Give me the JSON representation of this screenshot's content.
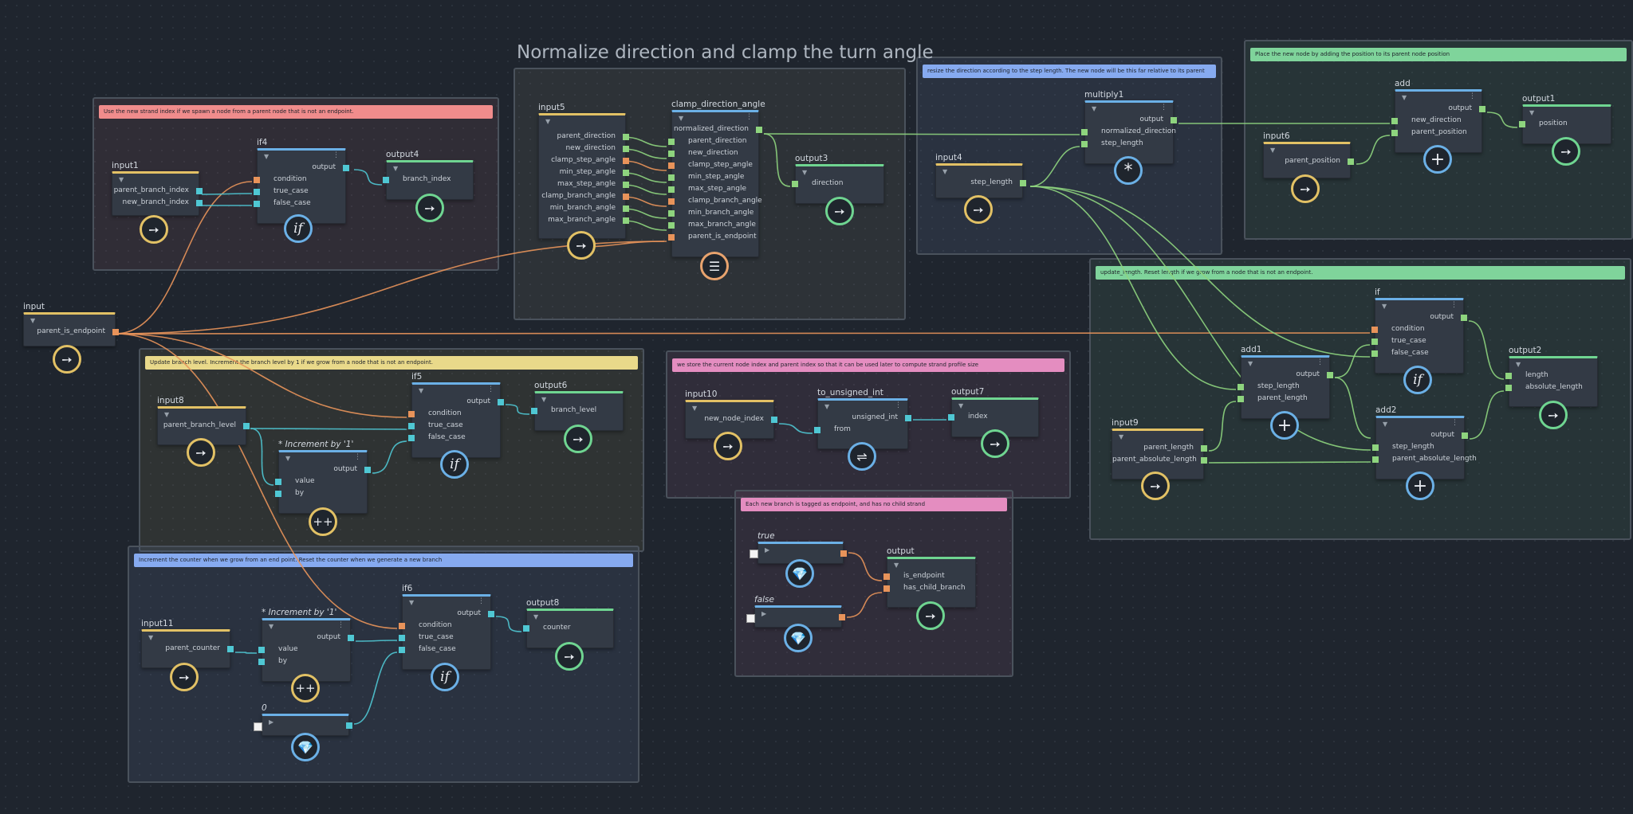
{
  "colors": {
    "bool": "#e8935a",
    "int": "#4fc7d3",
    "vec": "#8ed47e",
    "yellow": "#e2c165",
    "blue": "#6bb0e6",
    "green": "#6fd591"
  },
  "title": "Normalize direction and clamp the turn angle",
  "frames": {
    "strand": "Use the new strand index if we spawn a node from a parent node that is not an endpoint.",
    "resize": "resize the direction according to the step length. The new node will be this far relative to its parent",
    "place": "Place the new node by adding the position to its parent node position",
    "update_length": "update_length. Reset length if we grow from a node that is not an endpoint.",
    "branch_level": "Update branch level. Increment the branch level by 1 if we grow from a node that is not an endpoint.",
    "store": "we store the current node index and parent index so that it can be used later to compute strand profile size",
    "counter": "Increment the counter when we grow from an end point. Reset the counter when we generate a new branch",
    "endpoint": "Each new branch is tagged as endpoint, and has no child strand"
  },
  "nodes": {
    "input": {
      "title": "input",
      "out": [
        "parent_is_endpoint"
      ]
    },
    "input1": {
      "title": "input1",
      "out": [
        "parent_branch_index",
        "new_branch_index"
      ]
    },
    "if4": {
      "title": "if4",
      "out": "output",
      "in": [
        "condition",
        "true_case",
        "false_case"
      ]
    },
    "output4": {
      "title": "output4",
      "in": [
        "branch_index"
      ]
    },
    "input5": {
      "title": "input5",
      "out": [
        "parent_direction",
        "new_direction",
        "clamp_step_angle",
        "min_step_angle",
        "max_step_angle",
        "clamp_branch_angle",
        "min_branch_angle",
        "max_branch_angle"
      ]
    },
    "clamp": {
      "title": "clamp_direction_angle",
      "out": "normalized_direction",
      "in": [
        "parent_direction",
        "new_direction",
        "clamp_step_angle",
        "min_step_angle",
        "max_step_angle",
        "clamp_branch_angle",
        "min_branch_angle",
        "max_branch_angle",
        "parent_is_endpoint"
      ]
    },
    "output3": {
      "title": "output3",
      "in": [
        "direction"
      ]
    },
    "input4": {
      "title": "input4",
      "out": [
        "step_length"
      ]
    },
    "multiply1": {
      "title": "multiply1",
      "out": "output",
      "in": [
        "normalized_direction",
        "step_length"
      ]
    },
    "input6": {
      "title": "input6",
      "out": [
        "parent_position"
      ]
    },
    "add": {
      "title": "add",
      "out": "output",
      "in": [
        "new_direction",
        "parent_position"
      ]
    },
    "output1": {
      "title": "output1",
      "in": [
        "position"
      ]
    },
    "if": {
      "title": "if",
      "out": "output",
      "in": [
        "condition",
        "true_case",
        "false_case"
      ]
    },
    "add1": {
      "title": "add1",
      "out": "output",
      "in": [
        "step_length",
        "parent_length"
      ]
    },
    "output2": {
      "title": "output2",
      "in": [
        "length",
        "absolute_length"
      ]
    },
    "input9": {
      "title": "input9",
      "out": [
        "parent_length",
        "parent_absolute_length"
      ]
    },
    "add2": {
      "title": "add2",
      "out": "output",
      "in": [
        "step_length",
        "parent_absolute_length"
      ]
    },
    "input8": {
      "title": "input8",
      "out": [
        "parent_branch_level"
      ]
    },
    "inc1": {
      "title": "* Increment by '1'",
      "out": "output",
      "in": [
        "value",
        "by"
      ]
    },
    "if5": {
      "title": "if5",
      "out": "output",
      "in": [
        "condition",
        "true_case",
        "false_case"
      ]
    },
    "output6": {
      "title": "output6",
      "in": [
        "branch_level"
      ]
    },
    "input10": {
      "title": "input10",
      "out": [
        "new_node_index"
      ]
    },
    "tou": {
      "title": "to_unsigned_int",
      "out": "unsigned_int",
      "in": [
        "from"
      ]
    },
    "output7": {
      "title": "output7",
      "in": [
        "index"
      ]
    },
    "true": {
      "title": "true"
    },
    "false": {
      "title": "false"
    },
    "output": {
      "title": "output",
      "in": [
        "is_endpoint",
        "has_child_branch"
      ]
    },
    "input11": {
      "title": "input11",
      "out": [
        "parent_counter"
      ]
    },
    "inc2": {
      "title": "* Increment by '1'",
      "out": "output",
      "in": [
        "value",
        "by"
      ]
    },
    "if6": {
      "title": "if6",
      "out": "output",
      "in": [
        "condition",
        "true_case",
        "false_case"
      ]
    },
    "output8": {
      "title": "output8",
      "in": [
        "counter"
      ]
    },
    "zero": {
      "title": "0"
    }
  },
  "icons": {
    "input": "arrow-right-in-icon",
    "output": "arrow-right-out-icon",
    "if": "if-icon",
    "multiply": "multiply-icon",
    "add": "plus-icon",
    "increment": "increment-icon",
    "convert": "convert-icon",
    "constant": "diamond-icon",
    "function": "function-box-icon"
  },
  "glyphs": {
    "if": "if",
    "multiply": "*",
    "add": "+",
    "increment": "++"
  }
}
